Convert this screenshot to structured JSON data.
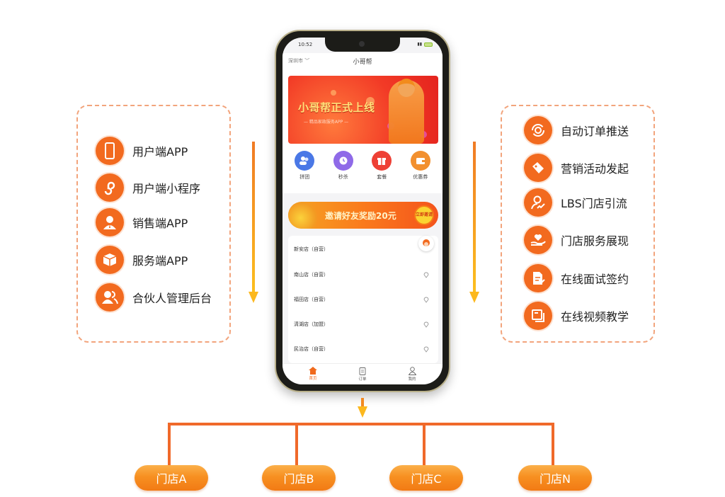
{
  "left_panel": {
    "items": [
      {
        "label": "用户端APP",
        "icon": "phone-icon"
      },
      {
        "label": "用户端小程序",
        "icon": "mini-program-icon"
      },
      {
        "label": "销售端APP",
        "icon": "salesperson-icon"
      },
      {
        "label": "服务端APP",
        "icon": "box-icon"
      },
      {
        "label": "合伙人管理后台",
        "icon": "partners-icon"
      }
    ]
  },
  "right_panel": {
    "items": [
      {
        "label": "自动订单推送",
        "icon": "refresh-icon"
      },
      {
        "label": "营销活动发起",
        "icon": "tag-icon"
      },
      {
        "label": "LBS门店引流",
        "icon": "user-growth-icon"
      },
      {
        "label": "门店服务展现",
        "icon": "hand-heart-icon"
      },
      {
        "label": "在线面试签约",
        "icon": "document-sign-icon"
      },
      {
        "label": "在线视频教学",
        "icon": "video-course-icon"
      }
    ]
  },
  "phone": {
    "status": {
      "time": "10:52"
    },
    "header": {
      "city": "深圳市 ﹀",
      "title": "小哥帮"
    },
    "banner": {
      "title": "小哥帮正式上线",
      "subtitle": "— 精品家政服务APP —"
    },
    "quick_actions": [
      {
        "label": "拼团",
        "color": "#4a78e6"
      },
      {
        "label": "秒杀",
        "color": "#8f6ae8"
      },
      {
        "label": "套餐",
        "color": "#ee4035"
      },
      {
        "label": "优惠券",
        "color": "#f2902f"
      }
    ],
    "invite": {
      "text": "邀请好友奖励20元",
      "badge": "立即邀请"
    },
    "stores": [
      {
        "name": "新安店（自营）"
      },
      {
        "name": "南山店（自营）"
      },
      {
        "name": "福田店（自营）"
      },
      {
        "name": "清湖店（加盟）"
      },
      {
        "name": "民治店（自营）"
      }
    ],
    "tabs": [
      {
        "label": "首页",
        "active": true
      },
      {
        "label": "订单",
        "active": false
      },
      {
        "label": "我的",
        "active": false
      }
    ]
  },
  "tree": {
    "stores": [
      {
        "label": "门店A"
      },
      {
        "label": "门店B"
      },
      {
        "label": "门店C"
      },
      {
        "label": "门店N"
      }
    ]
  },
  "colors": {
    "accent": "#f26a1f",
    "dash": "#f2a47c",
    "button": "#f79021"
  }
}
